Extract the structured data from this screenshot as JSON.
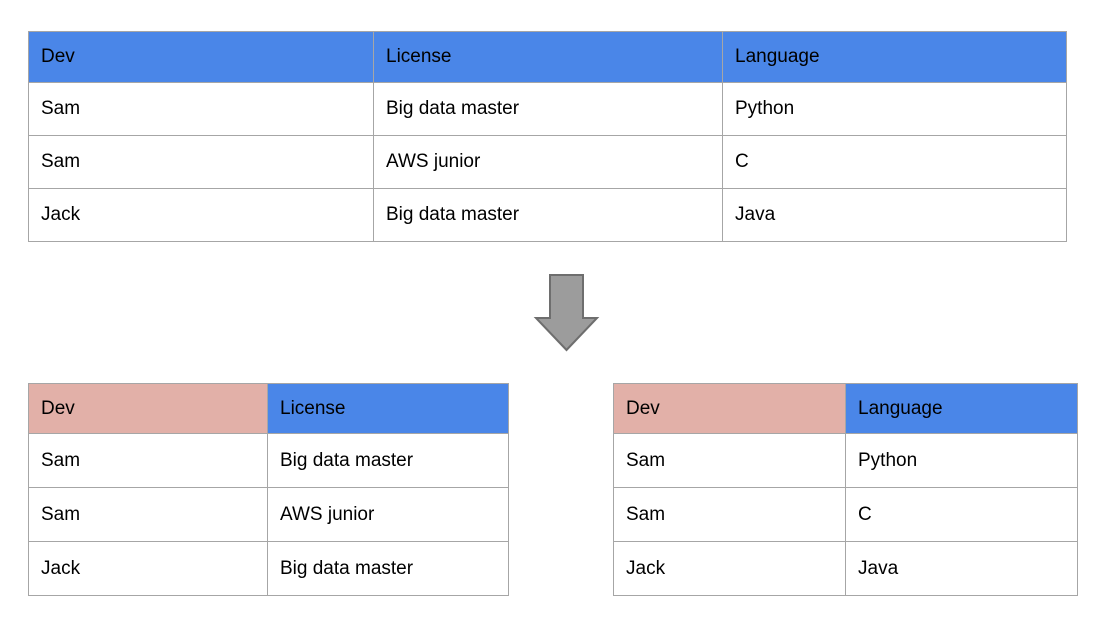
{
  "source_table": {
    "columns": [
      "Dev",
      "License",
      "Language"
    ],
    "rows": [
      [
        "Sam",
        "Big data master",
        "Python"
      ],
      [
        "Sam",
        "AWS junior",
        "C"
      ],
      [
        "Jack",
        "Big data master",
        "Java"
      ]
    ]
  },
  "license_table": {
    "columns": [
      "Dev",
      "License"
    ],
    "rows": [
      [
        "Sam",
        "Big data master"
      ],
      [
        "Sam",
        "AWS junior"
      ],
      [
        "Jack",
        "Big data master"
      ]
    ]
  },
  "language_table": {
    "columns": [
      "Dev",
      "Language"
    ],
    "rows": [
      [
        "Sam",
        "Python"
      ],
      [
        "Sam",
        "C"
      ],
      [
        "Jack",
        "Java"
      ]
    ]
  },
  "icons": {
    "arrow": "down-arrow-icon"
  },
  "colors": {
    "header_blue": "#4a86e8",
    "header_pink": "#e2b0a8",
    "table_border": "#a6a6a6",
    "arrow_fill": "#9c9c9c",
    "arrow_stroke": "#6e6e6e",
    "text": "#000000",
    "background": "#ffffff"
  }
}
